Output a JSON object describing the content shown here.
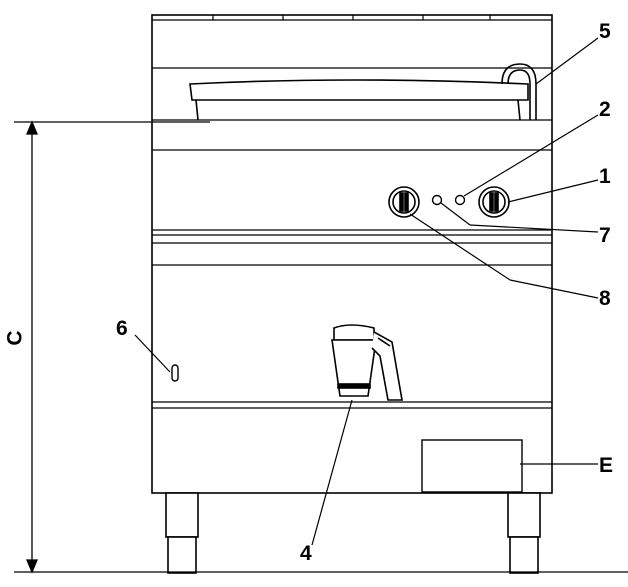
{
  "callouts": {
    "c1": "1",
    "c2": "2",
    "c4": "4",
    "c5": "5",
    "c6": "6",
    "c7": "7",
    "c8": "8",
    "cE": "E"
  },
  "dimension": {
    "label": "C"
  },
  "colors": {
    "line": "#000000",
    "panel": "#ffffff",
    "accent_fill": "#d9d9d9",
    "dark_fill": "#1a1a1a"
  }
}
